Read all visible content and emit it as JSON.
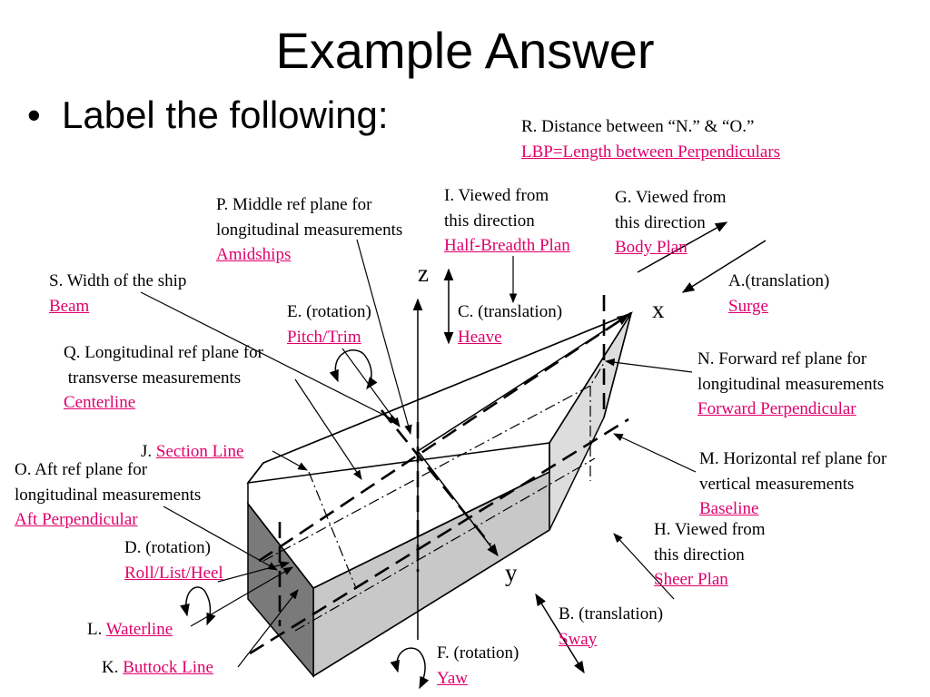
{
  "title": "Example Answer",
  "bullet": "Label the following:",
  "axes": {
    "z": "z",
    "x": "x",
    "y": "y"
  },
  "labels": {
    "R": {
      "prompt": "R. Distance between “N.” & “O.”",
      "answer": "LBP=Length between Perpendiculars"
    },
    "I": {
      "prompt1": "I. Viewed from",
      "prompt2": "this direction",
      "answer": "Half-Breadth Plan"
    },
    "G": {
      "prompt1": "G. Viewed from",
      "prompt2": "this direction",
      "answer": "Body Plan"
    },
    "P": {
      "prompt1": "P. Middle ref plane for",
      "prompt2": "longitudinal measurements",
      "answer": "Amidships"
    },
    "S": {
      "prompt": "S. Width of the ship",
      "answer": "Beam"
    },
    "A": {
      "prompt": "A.(translation)",
      "answer": "Surge"
    },
    "E": {
      "prompt": "E. (rotation)",
      "answer": "Pitch/Trim"
    },
    "C": {
      "prompt": "C. (translation)",
      "answer": "Heave"
    },
    "Q": {
      "prompt1": "Q. Longitudinal ref plane for",
      "prompt2": " transverse measurements",
      "answer": "Centerline"
    },
    "N": {
      "prompt1": "N. Forward ref plane for",
      "prompt2": "longitudinal measurements",
      "answer": "Forward Perpendicular"
    },
    "J": {
      "prefix": "J. ",
      "answer": "Section Line"
    },
    "O": {
      "prompt1": "O. Aft ref plane for",
      "prompt2": "longitudinal measurements",
      "answer": "Aft Perpendicular"
    },
    "M": {
      "prompt1": "M. Horizontal ref plane for",
      "prompt2": "vertical measurements",
      "answer": "Baseline"
    },
    "D": {
      "prompt": "D. (rotation)",
      "answer": "Roll/List/Heel"
    },
    "H": {
      "prompt1": "H. Viewed from",
      "prompt2": "this direction",
      "answer": "Sheer Plan"
    },
    "L": {
      "prefix": "L. ",
      "answer": "Waterline"
    },
    "B": {
      "prompt": "B. (translation)",
      "answer": "Sway"
    },
    "F": {
      "prompt": "F. (rotation)",
      "answer": "Yaw"
    },
    "K": {
      "prefix": "K. ",
      "answer": "Buttock Line"
    }
  },
  "colors": {
    "answer": "#e0006c",
    "hull_side": "#c8c8c8",
    "hull_stern": "#7a7a7a",
    "hull_bow": "#dddddd",
    "line": "#000000"
  }
}
